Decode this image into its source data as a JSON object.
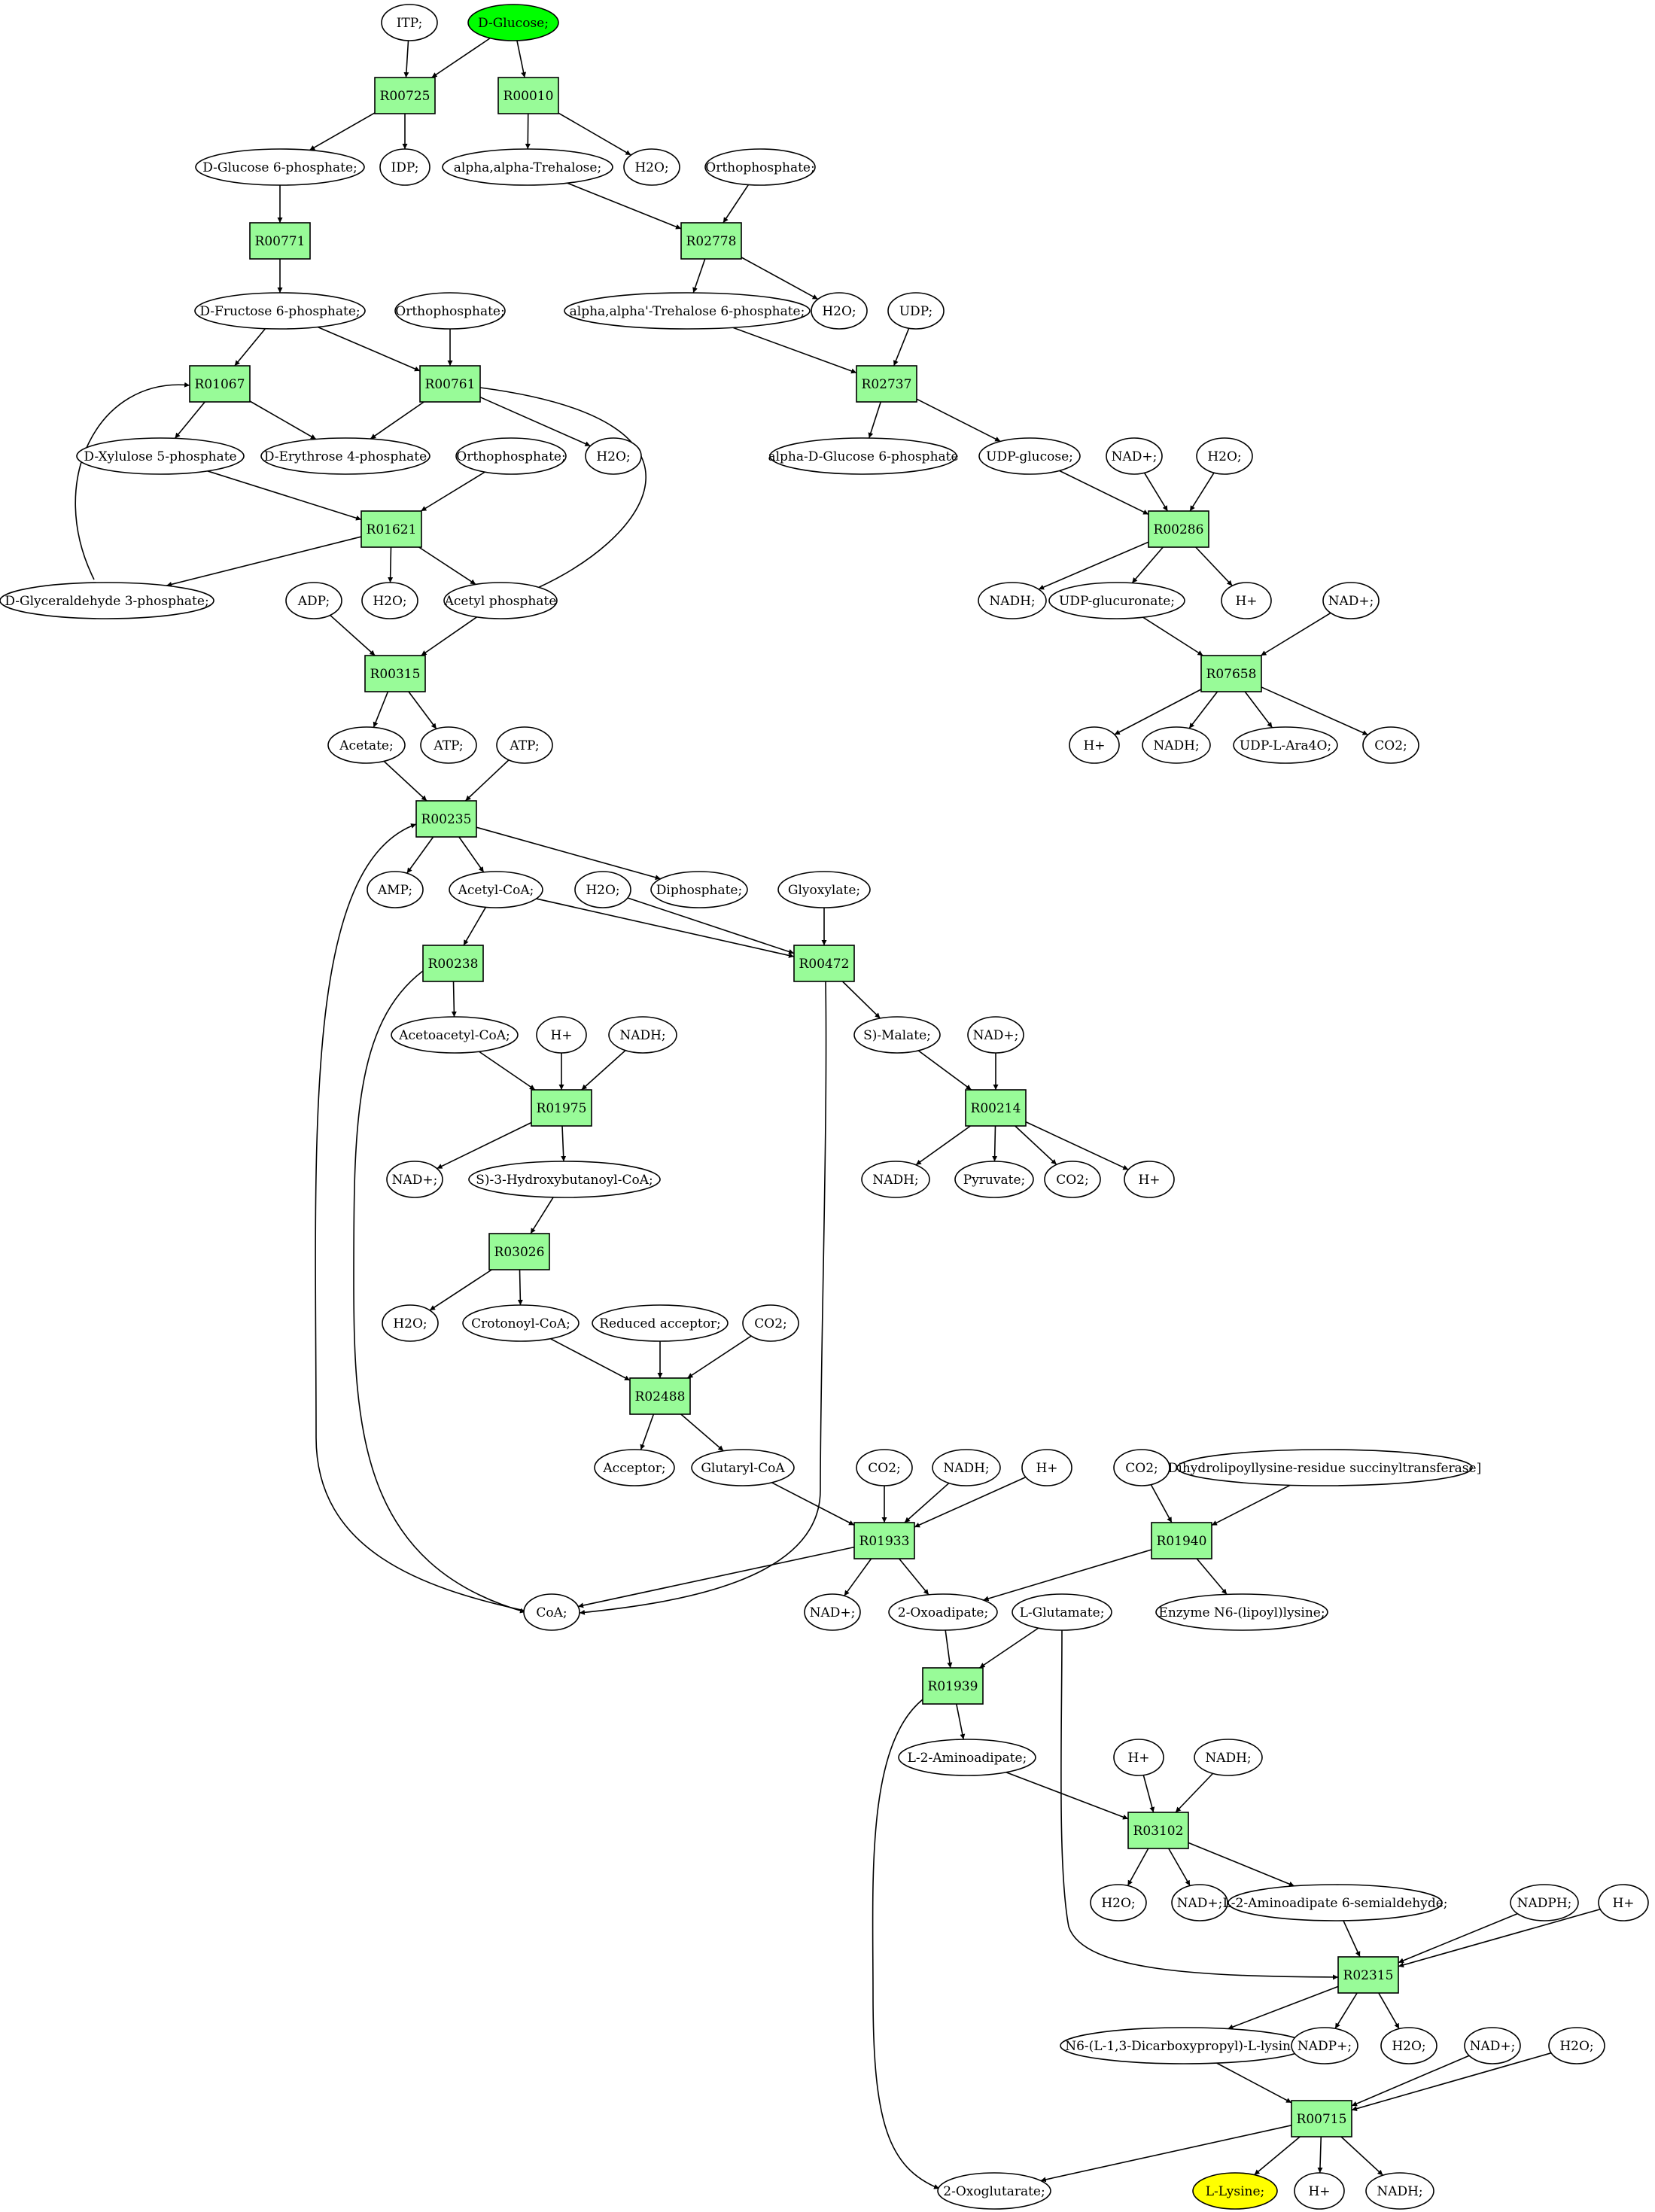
{
  "colors": {
    "reaction_fill": "#98fb98",
    "source_fill": "#00ff00",
    "target_fill": "#ffff00",
    "metabolite_fill": "#ffffff",
    "stroke": "#000000"
  },
  "nodes": [
    {
      "id": "ITP",
      "label": "ITP;",
      "kind": "metabolite"
    },
    {
      "id": "DGlc",
      "label": "D-Glucose;",
      "kind": "source"
    },
    {
      "id": "R00725",
      "label": "R00725",
      "kind": "reaction"
    },
    {
      "id": "R00010",
      "label": "R00010",
      "kind": "reaction"
    },
    {
      "id": "G6P",
      "label": "D-Glucose 6-phosphate;",
      "kind": "metabolite"
    },
    {
      "id": "IDP",
      "label": "IDP;",
      "kind": "metabolite"
    },
    {
      "id": "Treh",
      "label": "alpha,alpha-Trehalose;",
      "kind": "metabolite"
    },
    {
      "id": "H2O_a",
      "label": "H2O;",
      "kind": "metabolite"
    },
    {
      "id": "Pi_a",
      "label": "Orthophosphate;",
      "kind": "metabolite"
    },
    {
      "id": "R00771",
      "label": "R00771",
      "kind": "reaction"
    },
    {
      "id": "R02778",
      "label": "R02778",
      "kind": "reaction"
    },
    {
      "id": "F6P",
      "label": "D-Fructose 6-phosphate;",
      "kind": "metabolite"
    },
    {
      "id": "Pi_b",
      "label": "Orthophosphate;",
      "kind": "metabolite"
    },
    {
      "id": "T6P",
      "label": "alpha,alpha'-Trehalose 6-phosphate;",
      "kind": "metabolite"
    },
    {
      "id": "H2O_b",
      "label": "H2O;",
      "kind": "metabolite"
    },
    {
      "id": "UDP",
      "label": "UDP;",
      "kind": "metabolite"
    },
    {
      "id": "R01067",
      "label": "R01067",
      "kind": "reaction"
    },
    {
      "id": "R00761",
      "label": "R00761",
      "kind": "reaction"
    },
    {
      "id": "R02737",
      "label": "R02737",
      "kind": "reaction"
    },
    {
      "id": "Xu5P",
      "label": "D-Xylulose 5-phosphate",
      "kind": "metabolite"
    },
    {
      "id": "E4P",
      "label": "D-Erythrose 4-phosphate",
      "kind": "metabolite"
    },
    {
      "id": "Pi_c",
      "label": "Orthophosphate;",
      "kind": "metabolite"
    },
    {
      "id": "H2O_c",
      "label": "H2O;",
      "kind": "metabolite"
    },
    {
      "id": "aG6P",
      "label": "alpha-D-Glucose 6-phosphate",
      "kind": "metabolite"
    },
    {
      "id": "UDPG",
      "label": "UDP-glucose;",
      "kind": "metabolite"
    },
    {
      "id": "NADp_a",
      "label": "NAD+;",
      "kind": "metabolite"
    },
    {
      "id": "H2O_d",
      "label": "H2O;",
      "kind": "metabolite"
    },
    {
      "id": "R01621",
      "label": "R01621",
      "kind": "reaction"
    },
    {
      "id": "R00286",
      "label": "R00286",
      "kind": "reaction"
    },
    {
      "id": "GAP",
      "label": "D-Glyceraldehyde 3-phosphate;",
      "kind": "metabolite"
    },
    {
      "id": "ADP",
      "label": "ADP;",
      "kind": "metabolite"
    },
    {
      "id": "H2O_e",
      "label": "H2O;",
      "kind": "metabolite"
    },
    {
      "id": "AcP",
      "label": "Acetyl phosphate",
      "kind": "metabolite"
    },
    {
      "id": "NADH_a",
      "label": "NADH;",
      "kind": "metabolite"
    },
    {
      "id": "UDPGA",
      "label": "UDP-glucuronate;",
      "kind": "metabolite"
    },
    {
      "id": "Hp_a",
      "label": "H+",
      "kind": "metabolite"
    },
    {
      "id": "NADp_b",
      "label": "NAD+;",
      "kind": "metabolite"
    },
    {
      "id": "R00315",
      "label": "R00315",
      "kind": "reaction"
    },
    {
      "id": "R07658",
      "label": "R07658",
      "kind": "reaction"
    },
    {
      "id": "Acet",
      "label": "Acetate;",
      "kind": "metabolite"
    },
    {
      "id": "ATP_a",
      "label": "ATP;",
      "kind": "metabolite"
    },
    {
      "id": "ATP_b",
      "label": "ATP;",
      "kind": "metabolite"
    },
    {
      "id": "Hp_b",
      "label": "H+",
      "kind": "metabolite"
    },
    {
      "id": "NADH_b",
      "label": "NADH;",
      "kind": "metabolite"
    },
    {
      "id": "UDPAra",
      "label": "UDP-L-Ara4O;",
      "kind": "metabolite"
    },
    {
      "id": "CO2_a",
      "label": "CO2;",
      "kind": "metabolite"
    },
    {
      "id": "R00235",
      "label": "R00235",
      "kind": "reaction"
    },
    {
      "id": "AMP",
      "label": "AMP;",
      "kind": "metabolite"
    },
    {
      "id": "AcCoA",
      "label": "Acetyl-CoA;",
      "kind": "metabolite"
    },
    {
      "id": "H2O_f",
      "label": "H2O;",
      "kind": "metabolite"
    },
    {
      "id": "PPi",
      "label": "Diphosphate;",
      "kind": "metabolite"
    },
    {
      "id": "Glyox",
      "label": "Glyoxylate;",
      "kind": "metabolite"
    },
    {
      "id": "R00238",
      "label": "R00238",
      "kind": "reaction"
    },
    {
      "id": "R00472",
      "label": "R00472",
      "kind": "reaction"
    },
    {
      "id": "AcAcCoA",
      "label": "Acetoacetyl-CoA;",
      "kind": "metabolite"
    },
    {
      "id": "Hp_c",
      "label": "H+",
      "kind": "metabolite"
    },
    {
      "id": "NADH_c",
      "label": "NADH;",
      "kind": "metabolite"
    },
    {
      "id": "Mal",
      "label": "S)-Malate;",
      "kind": "metabolite"
    },
    {
      "id": "NADp_c",
      "label": "NAD+;",
      "kind": "metabolite"
    },
    {
      "id": "R01975",
      "label": "R01975",
      "kind": "reaction"
    },
    {
      "id": "R00214",
      "label": "R00214",
      "kind": "reaction"
    },
    {
      "id": "NADp_d",
      "label": "NAD+;",
      "kind": "metabolite"
    },
    {
      "id": "HBCoA",
      "label": "S)-3-Hydroxybutanoyl-CoA;",
      "kind": "metabolite"
    },
    {
      "id": "NADH_d",
      "label": "NADH;",
      "kind": "metabolite"
    },
    {
      "id": "Pyr",
      "label": "Pyruvate;",
      "kind": "metabolite"
    },
    {
      "id": "CO2_b",
      "label": "CO2;",
      "kind": "metabolite"
    },
    {
      "id": "Hp_d",
      "label": "H+",
      "kind": "metabolite"
    },
    {
      "id": "R03026",
      "label": "R03026",
      "kind": "reaction"
    },
    {
      "id": "H2O_g",
      "label": "H2O;",
      "kind": "metabolite"
    },
    {
      "id": "CrCoA",
      "label": "Crotonoyl-CoA;",
      "kind": "metabolite"
    },
    {
      "id": "RedAcc",
      "label": "Reduced acceptor;",
      "kind": "metabolite"
    },
    {
      "id": "CO2_c",
      "label": "CO2;",
      "kind": "metabolite"
    },
    {
      "id": "R02488",
      "label": "R02488",
      "kind": "reaction"
    },
    {
      "id": "Acc",
      "label": "Acceptor;",
      "kind": "metabolite"
    },
    {
      "id": "GlutCoA",
      "label": "Glutaryl-CoA",
      "kind": "metabolite"
    },
    {
      "id": "CO2_d",
      "label": "CO2;",
      "kind": "metabolite"
    },
    {
      "id": "NADH_e",
      "label": "NADH;",
      "kind": "metabolite"
    },
    {
      "id": "Hp_e",
      "label": "H+",
      "kind": "metabolite"
    },
    {
      "id": "CO2_e",
      "label": "CO2;",
      "kind": "metabolite"
    },
    {
      "id": "DHL",
      "label": "Dihydrolipoyllysine-residue succinyltransferase]",
      "kind": "metabolite"
    },
    {
      "id": "R01933",
      "label": "R01933",
      "kind": "reaction"
    },
    {
      "id": "R01940",
      "label": "R01940",
      "kind": "reaction"
    },
    {
      "id": "CoA",
      "label": "CoA;",
      "kind": "metabolite"
    },
    {
      "id": "NADp_e",
      "label": "NAD+;",
      "kind": "metabolite"
    },
    {
      "id": "OxAd",
      "label": "2-Oxoadipate;",
      "kind": "metabolite"
    },
    {
      "id": "Glu",
      "label": "L-Glutamate;",
      "kind": "metabolite"
    },
    {
      "id": "LipLys",
      "label": "Enzyme N6-(lipoyl)lysine;",
      "kind": "metabolite"
    },
    {
      "id": "R01939",
      "label": "R01939",
      "kind": "reaction"
    },
    {
      "id": "AAd",
      "label": "L-2-Aminoadipate;",
      "kind": "metabolite"
    },
    {
      "id": "Hp_f",
      "label": "H+",
      "kind": "metabolite"
    },
    {
      "id": "NADH_f",
      "label": "NADH;",
      "kind": "metabolite"
    },
    {
      "id": "R03102",
      "label": "R03102",
      "kind": "reaction"
    },
    {
      "id": "H2O_h",
      "label": "H2O;",
      "kind": "metabolite"
    },
    {
      "id": "NADp_f",
      "label": "NAD+;",
      "kind": "metabolite"
    },
    {
      "id": "AASA",
      "label": "L-2-Aminoadipate 6-semialdehyde;",
      "kind": "metabolite"
    },
    {
      "id": "NADPH",
      "label": "NADPH;",
      "kind": "metabolite"
    },
    {
      "id": "Hp_g",
      "label": "H+",
      "kind": "metabolite"
    },
    {
      "id": "R02315",
      "label": "R02315",
      "kind": "reaction"
    },
    {
      "id": "Sacch",
      "label": "N6-(L-1,3-Dicarboxypropyl)-L-lysine;",
      "kind": "metabolite"
    },
    {
      "id": "NADPp",
      "label": "NADP+;",
      "kind": "metabolite"
    },
    {
      "id": "H2O_i",
      "label": "H2O;",
      "kind": "metabolite"
    },
    {
      "id": "NADp_g",
      "label": "NAD+;",
      "kind": "metabolite"
    },
    {
      "id": "H2O_j",
      "label": "H2O;",
      "kind": "metabolite"
    },
    {
      "id": "R00715",
      "label": "R00715",
      "kind": "reaction"
    },
    {
      "id": "OxGlu",
      "label": "2-Oxoglutarate;",
      "kind": "metabolite"
    },
    {
      "id": "Lys",
      "label": "L-Lysine;",
      "kind": "target"
    },
    {
      "id": "Hp_h",
      "label": "H+",
      "kind": "metabolite"
    },
    {
      "id": "NADH_g",
      "label": "NADH;",
      "kind": "metabolite"
    }
  ]
}
